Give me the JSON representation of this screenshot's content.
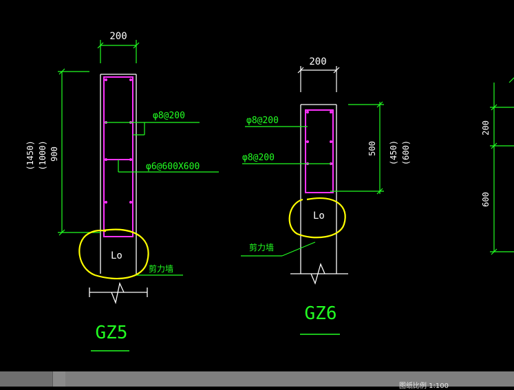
{
  "colors": {
    "background": "#000000",
    "line": "#ffffff",
    "dimension": "#22ff22",
    "rebar": "#ff33ff",
    "highlight": "#ffff00",
    "status_bar": "#7f7f7f"
  },
  "drawing": {
    "gz5": {
      "title": "GZ5",
      "width_dim": "200",
      "height_dim": "900",
      "height_alt1": "(1000)",
      "height_alt2": "(1450)",
      "stirrup_label": "φ8@200",
      "tie_label": "φ6@600X600",
      "wall_label": "剪力墙",
      "lo_label": "Lo"
    },
    "gz6": {
      "title": "GZ6",
      "width_dim": "200",
      "height_dim": "500",
      "height_alt1": "(450)",
      "height_alt2": "(600)",
      "stirrup_label_top": "φ8@200",
      "stirrup_label_mid": "φ8@200",
      "wall_label": "剪力墙",
      "lo_label": "Lo"
    },
    "partial": {
      "dim_top": "200",
      "dim_bottom": "600"
    }
  },
  "status_bar": {
    "text": "图纸比例 1:100"
  }
}
